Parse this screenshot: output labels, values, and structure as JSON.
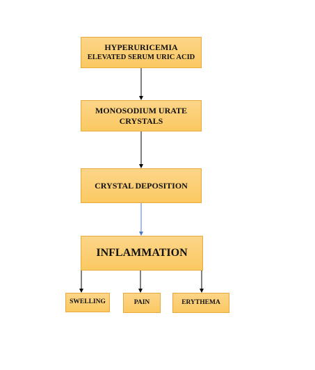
{
  "nodes": {
    "hyperuricemia": {
      "line1": "HYPERURICEMIA",
      "line2": "ELEVATED SERUM URIC ACID"
    },
    "monosodium_urate": {
      "line1": "MONOSODIUM URATE",
      "line2": "CRYSTALS"
    },
    "crystal_deposition": {
      "label": "CRYSTAL DEPOSITION"
    },
    "inflammation": {
      "label": "INFLAMMATION"
    },
    "swelling": {
      "label": "SWELLING"
    },
    "pain": {
      "label": "PAIN"
    },
    "erythema": {
      "label": "ERYTHEMA"
    }
  },
  "colors": {
    "box_fill": "#fbc962",
    "box_border": "#e8a93a",
    "arrow": "#000000",
    "arrow_highlight": "#4a7bc4"
  }
}
